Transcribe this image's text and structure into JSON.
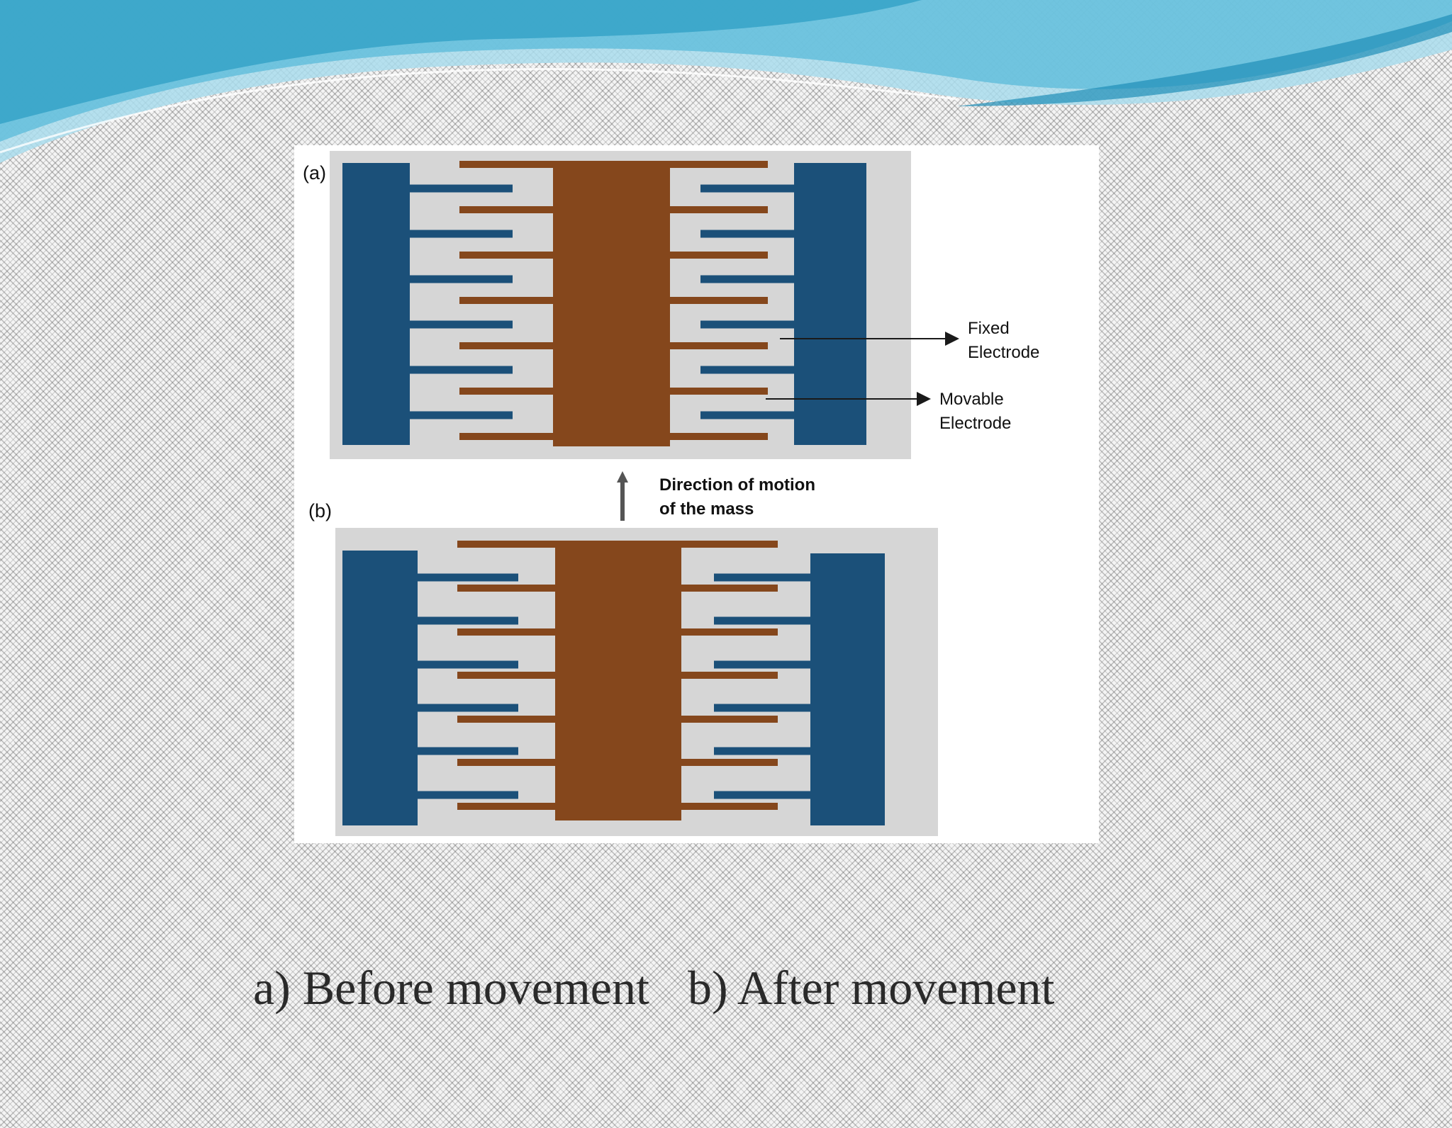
{
  "diagram": {
    "panel_a_label": "(a)",
    "panel_b_label": "(b)",
    "fixed_label_line1": "Fixed",
    "fixed_label_line2": "Electrode",
    "movable_label_line1": "Movable",
    "movable_label_line2": "Electrode",
    "direction_line1": "Direction of motion",
    "direction_line2": "of the mass"
  },
  "caption": {
    "part_a": "a) Before movement",
    "part_b": "b) After movement"
  },
  "colors": {
    "fixed_electrode": "#1b5079",
    "movable_mass": "#85471c",
    "wave": "#2e9fc4"
  }
}
